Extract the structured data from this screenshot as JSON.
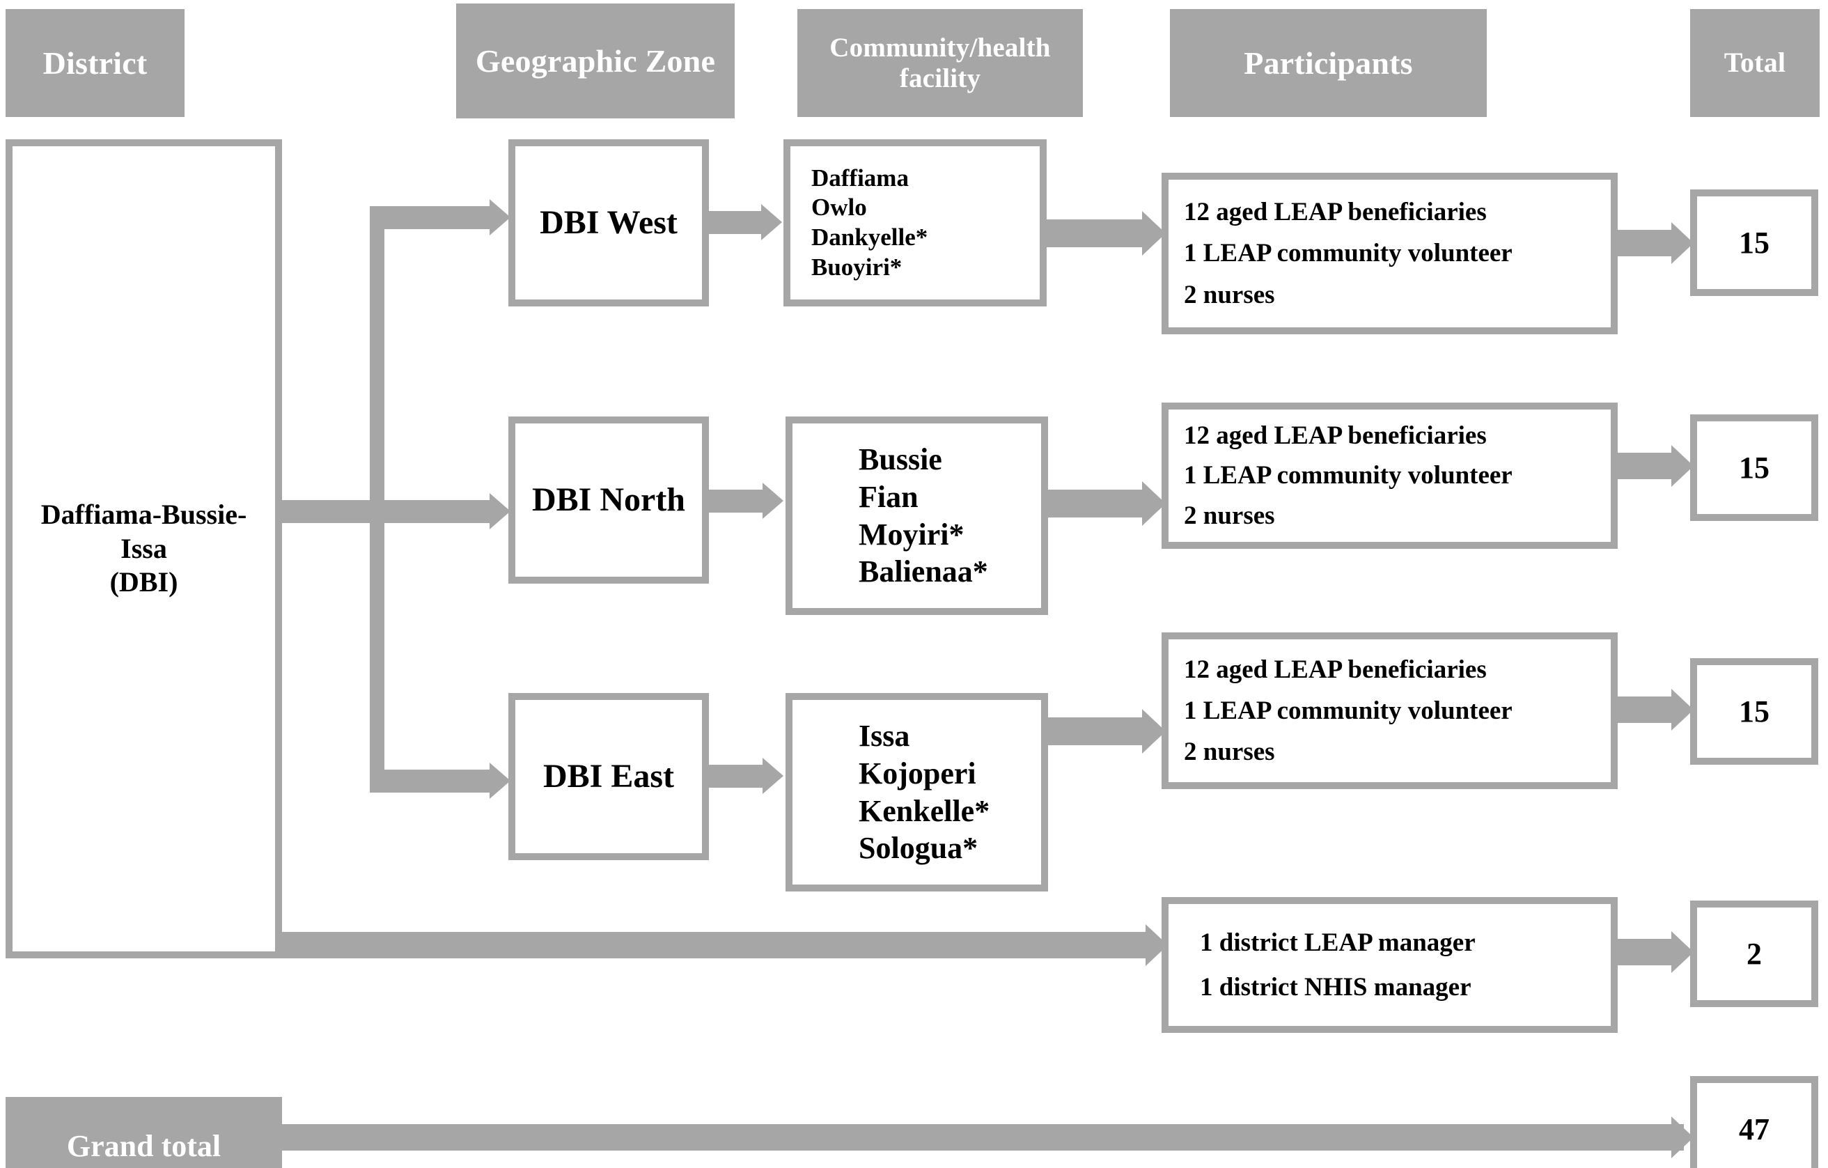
{
  "headers": [
    {
      "label": "District"
    },
    {
      "label": "Geographic\nZone",
      "line1": "Geographic",
      "line2": "Zone"
    },
    {
      "label": "Community/health\nfacility",
      "line1": "Community/health",
      "line2": "facility"
    },
    {
      "label": "Participants"
    },
    {
      "label": "Total"
    }
  ],
  "district": {
    "line1": "Daffiama-Bussie-",
    "line2": "Issa",
    "line3": "(DBI)"
  },
  "rows": [
    {
      "zone": "DBI West",
      "facilities": [
        "Daffiama",
        "Owlo",
        "Dankyelle*",
        "Buoyiri*"
      ],
      "participants": [
        "12 aged LEAP beneficiaries",
        "1 LEAP community volunteer",
        "2 nurses"
      ],
      "total": "15"
    },
    {
      "zone": "DBI North",
      "facilities": [
        "Bussie",
        "Fian",
        "Moyiri*",
        "Balienaa*"
      ],
      "participants": [
        "12 aged LEAP beneficiaries",
        "1 LEAP community volunteer",
        "2 nurses"
      ],
      "total": "15"
    },
    {
      "zone": "DBI East",
      "facilities": [
        "Issa",
        "Kojoperi",
        "Kenkelle*",
        "Sologua*"
      ],
      "participants": [
        "12 aged LEAP beneficiaries",
        "1 LEAP community volunteer",
        "2 nurses"
      ],
      "total": "15"
    }
  ],
  "district_row": {
    "participants": [
      "1 district LEAP manager",
      "1 district NHIS manager"
    ],
    "total": "2"
  },
  "grand_total": {
    "label": "Grand total",
    "value": "47"
  },
  "colors": {
    "gray": "#a6a6a6",
    "text_dark": "#000000",
    "header_text": "#ffffff",
    "background": "#ffffff"
  }
}
